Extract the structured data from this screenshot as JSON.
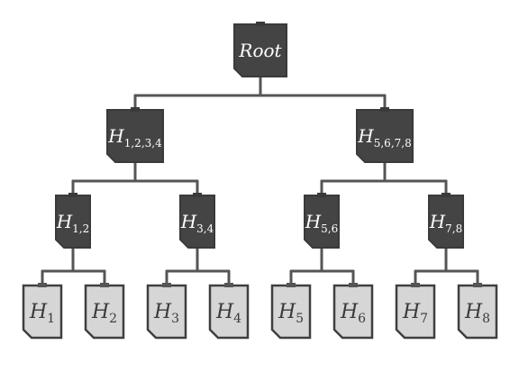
{
  "root": {
    "main": "Root",
    "sub": ""
  },
  "level1": [
    {
      "main": "H",
      "sub": "1,2,3,4"
    },
    {
      "main": "H",
      "sub": "5,6,7,8"
    }
  ],
  "level2": [
    {
      "main": "H",
      "sub": "1,2"
    },
    {
      "main": "H",
      "sub": "3,4"
    },
    {
      "main": "H",
      "sub": "5,6"
    },
    {
      "main": "H",
      "sub": "7,8"
    }
  ],
  "leaves": [
    {
      "main": "H",
      "sub": "1"
    },
    {
      "main": "H",
      "sub": "2"
    },
    {
      "main": "H",
      "sub": "3"
    },
    {
      "main": "H",
      "sub": "4"
    },
    {
      "main": "H",
      "sub": "5"
    },
    {
      "main": "H",
      "sub": "6"
    },
    {
      "main": "H",
      "sub": "7"
    },
    {
      "main": "H",
      "sub": "8"
    }
  ],
  "colors": {
    "internal_node": "#444444",
    "leaf_node": "#d6d6d6",
    "edge": "#555555",
    "internal_text": "#ffffff",
    "leaf_text": "#3a3a3a"
  }
}
